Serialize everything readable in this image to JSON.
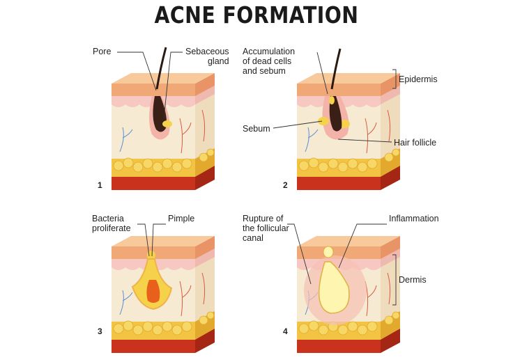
{
  "title": "ACNE FORMATION",
  "panels": [
    {
      "number": "1",
      "labels": {
        "pore": "Pore",
        "sebaceous": "Sebaceous\ngland"
      }
    },
    {
      "number": "2",
      "labels": {
        "accumulation": "Accumulation\nof dead cells\nand sebum",
        "sebum": "Sebum",
        "epidermis": "Epidermis",
        "follicle": "Hair follicle"
      }
    },
    {
      "number": "3",
      "labels": {
        "bacteria": "Bacteria\nproliferate",
        "pimple": "Pimple"
      }
    },
    {
      "number": "4",
      "labels": {
        "rupture": "Rupture of\nthe follicular\ncanal",
        "inflammation": "Inflammation",
        "dermis": "Dermis"
      }
    }
  ],
  "colors": {
    "epidermis_top": "#f8c99a",
    "epidermis_side": "#f0a877",
    "dermis": "#f6ead2",
    "fat": "#f3c443",
    "muscle": "#c9321c",
    "sebum": "#f5d24a",
    "hair": "#2a1a12"
  }
}
